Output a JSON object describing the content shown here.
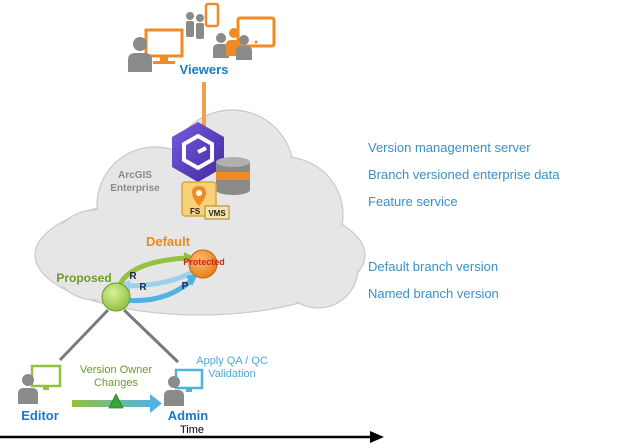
{
  "viewers": {
    "label": "Viewers"
  },
  "arcgis": {
    "label_line1": "ArcGIS",
    "label_line2": "Enterprise"
  },
  "badges": {
    "fs": "FS",
    "vms": "VMS"
  },
  "branches": {
    "default": "Default",
    "protected": "Protected",
    "proposed": "Proposed",
    "r_top": "R",
    "r_bottom": "R",
    "p": "P"
  },
  "legend": [
    "Version management server",
    "Branch versioned enterprise data",
    "Feature service",
    "Default branch version",
    "Named branch version"
  ],
  "workflow": {
    "editor": "Editor",
    "admin": "Admin",
    "version_owner_line1": "Version Owner",
    "version_owner_line2": "Changes",
    "qa_line1": "Apply QA / QC",
    "qa_line2": "Validation"
  },
  "timeline": {
    "label": "Time"
  },
  "colors": {
    "viewer_orange": "#f08a24",
    "person_gray": "#8a8a8a",
    "cloud_fill": "#e4e4e4",
    "accent_blue": "#1f78c1",
    "legend_blue": "#3a8fc7",
    "default_orange": "#e88a1e",
    "proposed_green": "#93c23c",
    "hex_purple": "#5b3fbf",
    "admin_blue": "#4fb3e0"
  }
}
